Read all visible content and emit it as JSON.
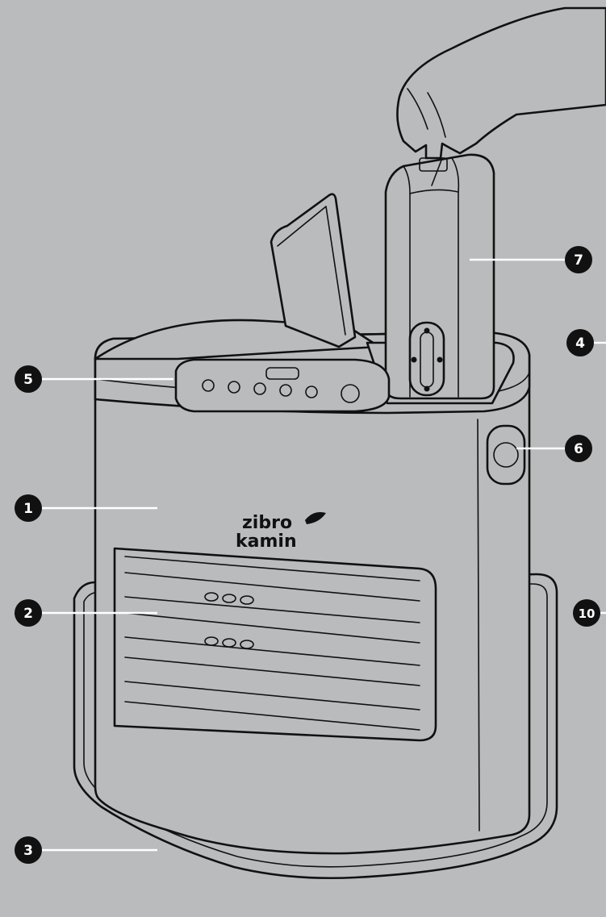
{
  "colors": {
    "background": "#b9bbbc",
    "ink": "#111111",
    "leader_line": "#ffffff",
    "badge": "#111111"
  },
  "logo": {
    "line1": "zibro",
    "line2": "kamin"
  },
  "callouts": [
    {
      "id": "1",
      "label": "1"
    },
    {
      "id": "2",
      "label": "2"
    },
    {
      "id": "3",
      "label": "3"
    },
    {
      "id": "4",
      "label": "4"
    },
    {
      "id": "5",
      "label": "5"
    },
    {
      "id": "6",
      "label": "6"
    },
    {
      "id": "7",
      "label": "7"
    },
    {
      "id": "10",
      "label": "10"
    }
  ]
}
